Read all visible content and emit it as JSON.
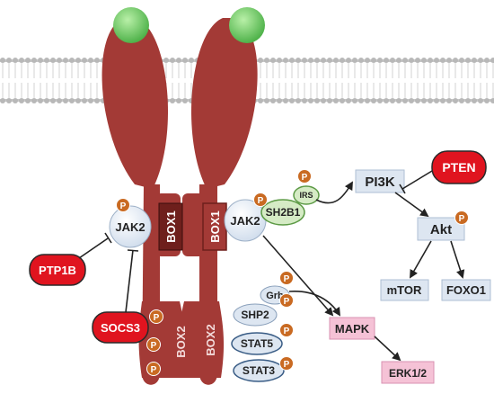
{
  "nodes": {
    "jak2_left": "JAK2",
    "jak2_right": "JAK2",
    "box1_left": "BOX1",
    "box1_right": "BOX1",
    "box2_left": "BOX2",
    "box2_right": "BOX2",
    "sh2b1": "SH2B1",
    "irs": "IRS",
    "pi3k": "PI3K",
    "pten": "PTEN",
    "akt": "Akt",
    "mtor": "mTOR",
    "foxo1": "FOXO1",
    "ptp1b": "PTP1B",
    "socs3": "SOCS3",
    "grb": "Grb",
    "shp2": "SHP2",
    "stat5": "STAT5",
    "stat3": "STAT3",
    "mapk": "MAPK",
    "erk": "ERK1/2"
  },
  "phospho_label": "P",
  "colors": {
    "receptor": "#a33a36",
    "receptor_dark": "#6e1f1c",
    "ligand": "#6fcf6a",
    "membrane": "#b8b8b8",
    "inhibitor": "#e0141f",
    "phospho": "#c96a22",
    "jak": "#e6edf7",
    "sh2b1": "#d5ebc5",
    "pink": "#f5c2d6",
    "light_blue": "#dde6f1"
  }
}
